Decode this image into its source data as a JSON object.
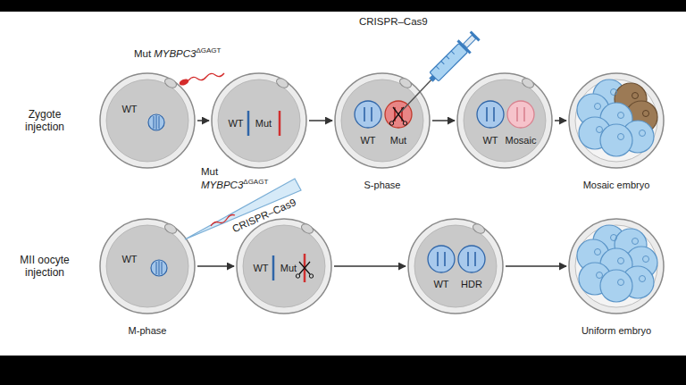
{
  "diagram": {
    "nodes": [
      {
        "text": [
          "WT"
        ]
      },
      {
        "text": [
          "WT",
          "Mut"
        ]
      },
      {
        "text": [
          "WT",
          "Mut",
          "S-phase"
        ]
      },
      {
        "text": [
          "WT",
          "Mosaic"
        ]
      },
      {
        "text": [
          "Mosaic embryo"
        ]
      },
      {
        "text": [
          "WT",
          "M-phase"
        ]
      },
      {
        "text": [
          "WT",
          "Mut"
        ]
      },
      {
        "text": [
          "WT",
          "HDR"
        ]
      },
      {
        "text": [
          "Uniform embryo"
        ]
      }
    ],
    "edges": [
      {
        "from": 0,
        "to": 1,
        "arrow": "to"
      },
      {
        "from": 1,
        "to": 2,
        "arrow": "to"
      },
      {
        "from": 2,
        "to": 3,
        "arrow": "to"
      },
      {
        "from": 3,
        "to": 4,
        "arrow": "to"
      },
      {
        "from": 5,
        "to": 6,
        "arrow": "to"
      },
      {
        "from": 6,
        "to": 7,
        "arrow": "to"
      },
      {
        "from": 7,
        "to": 8,
        "arrow": "to"
      }
    ],
    "labels": [
      "Zygote injection",
      "Mut",
      "MYBPC3",
      "ΔGAGT",
      "CRISPR–Cas9",
      "MII oocyte injection",
      "Mut",
      "MYBPC3",
      "ΔGAGT",
      "CRISPR–Cas9"
    ]
  }
}
